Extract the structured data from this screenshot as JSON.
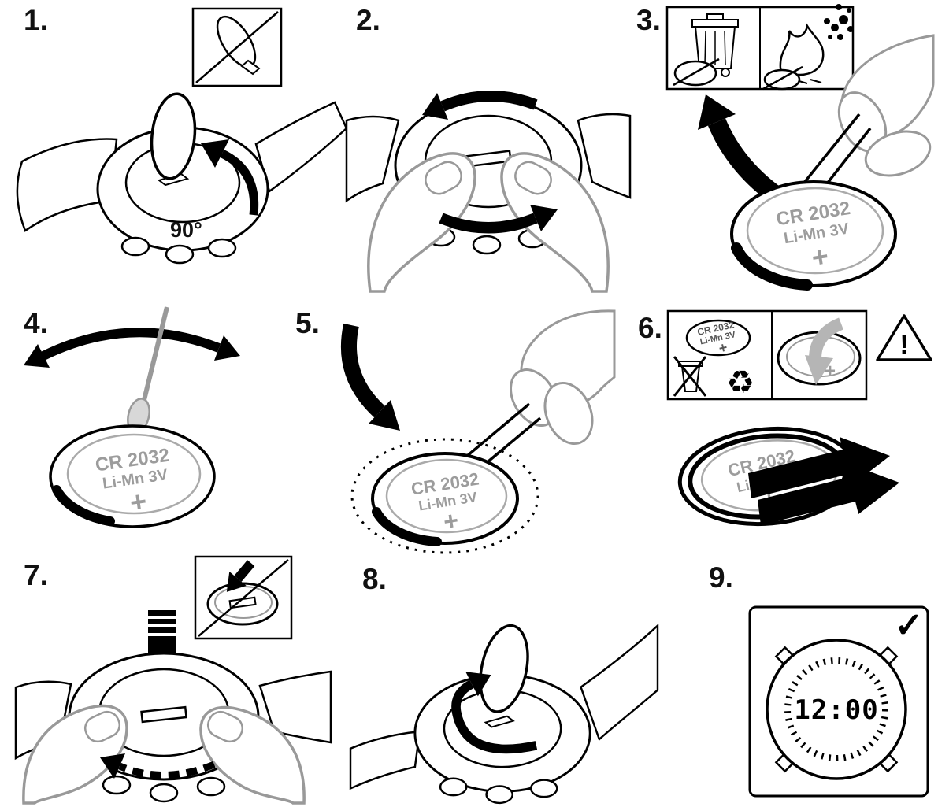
{
  "battery": {
    "model": "CR 2032",
    "chemistry": "Li-Mn 3V",
    "polarity": "+"
  },
  "steps": [
    {
      "label": "1.",
      "angle_text": "90°"
    },
    {
      "label": "2."
    },
    {
      "label": "3."
    },
    {
      "label": "4."
    },
    {
      "label": "5."
    },
    {
      "label": "6.",
      "warning_mark": "!",
      "recycle_symbol": "♻"
    },
    {
      "label": "7."
    },
    {
      "label": "8."
    },
    {
      "label": "9.",
      "display_time": "12:00",
      "success_mark": "✓"
    }
  ]
}
